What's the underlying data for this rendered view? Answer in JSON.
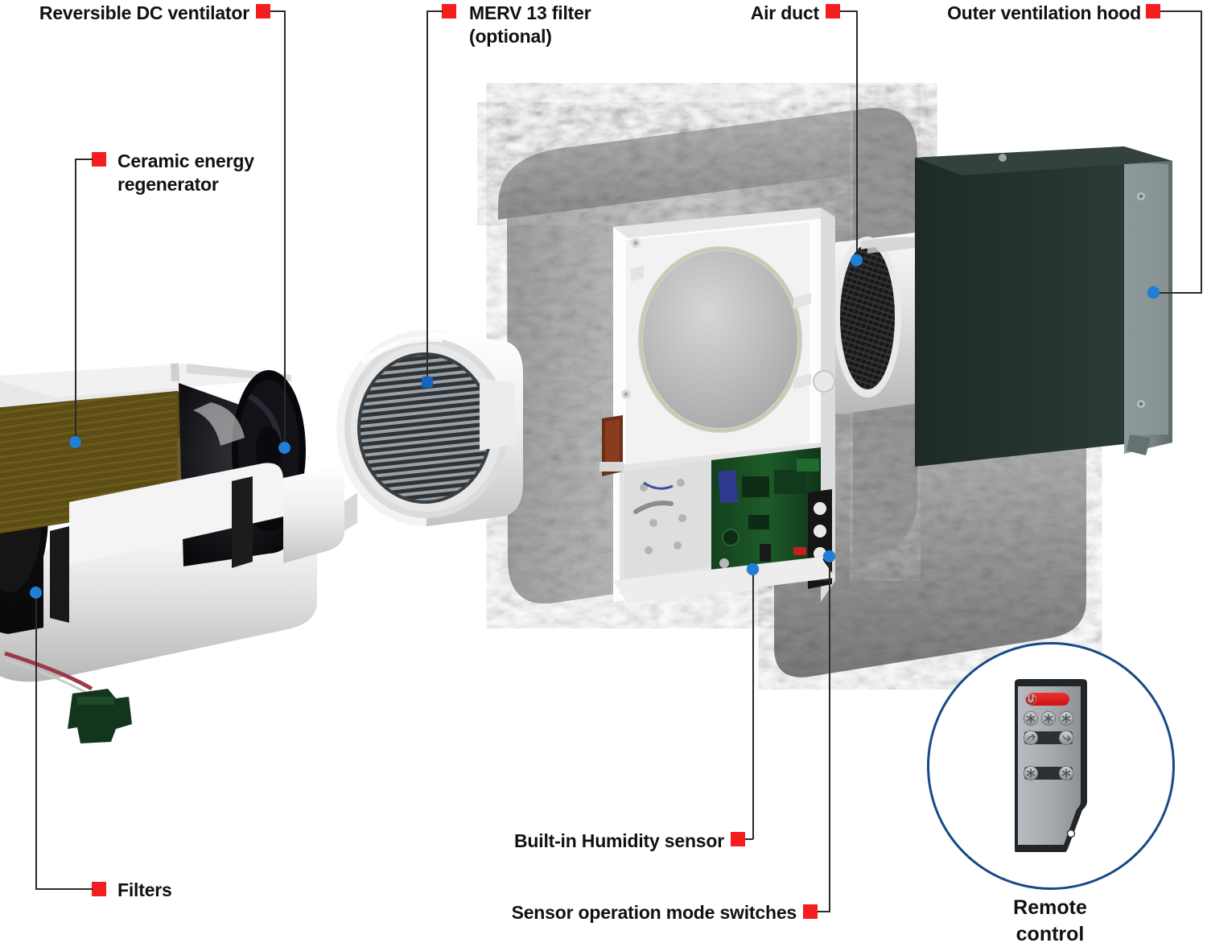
{
  "diagram": {
    "title": "Exploded view of a reversible heat-recovery ventilator",
    "accent_blue": "#1f7fd6",
    "marker_red": "#f51d1d",
    "circle_navy": "#164a86",
    "callouts": [
      {
        "id": "reversible-dc-ventilator",
        "label": "Reversible DC ventilator",
        "align": "right"
      },
      {
        "id": "merv-13-filter",
        "label": "MERV 13 filter\n(optional)",
        "align": "left"
      },
      {
        "id": "air-duct",
        "label": "Air duct",
        "align": "right"
      },
      {
        "id": "outer-ventilation-hood",
        "label": "Outer ventilation hood",
        "align": "right"
      },
      {
        "id": "ceramic-energy-regenerator",
        "label": "Ceramic energy\nregenerator",
        "align": "left"
      },
      {
        "id": "filters",
        "label": "Filters",
        "align": "left"
      },
      {
        "id": "built-in-humidity-sensor",
        "label": "Built-in Humidity sensor",
        "align": "right"
      },
      {
        "id": "sensor-operation-mode-switches",
        "label": "Sensor operation mode switches",
        "align": "right"
      }
    ],
    "remote": {
      "caption": "Remote\ncontrol",
      "power_button": "power-button",
      "buttons": [
        "fan-speed-low",
        "fan-speed-medium",
        "fan-speed-high",
        "mode-supply",
        "mode-exhaust",
        "mode-recuperation",
        "mode-night"
      ]
    }
  }
}
